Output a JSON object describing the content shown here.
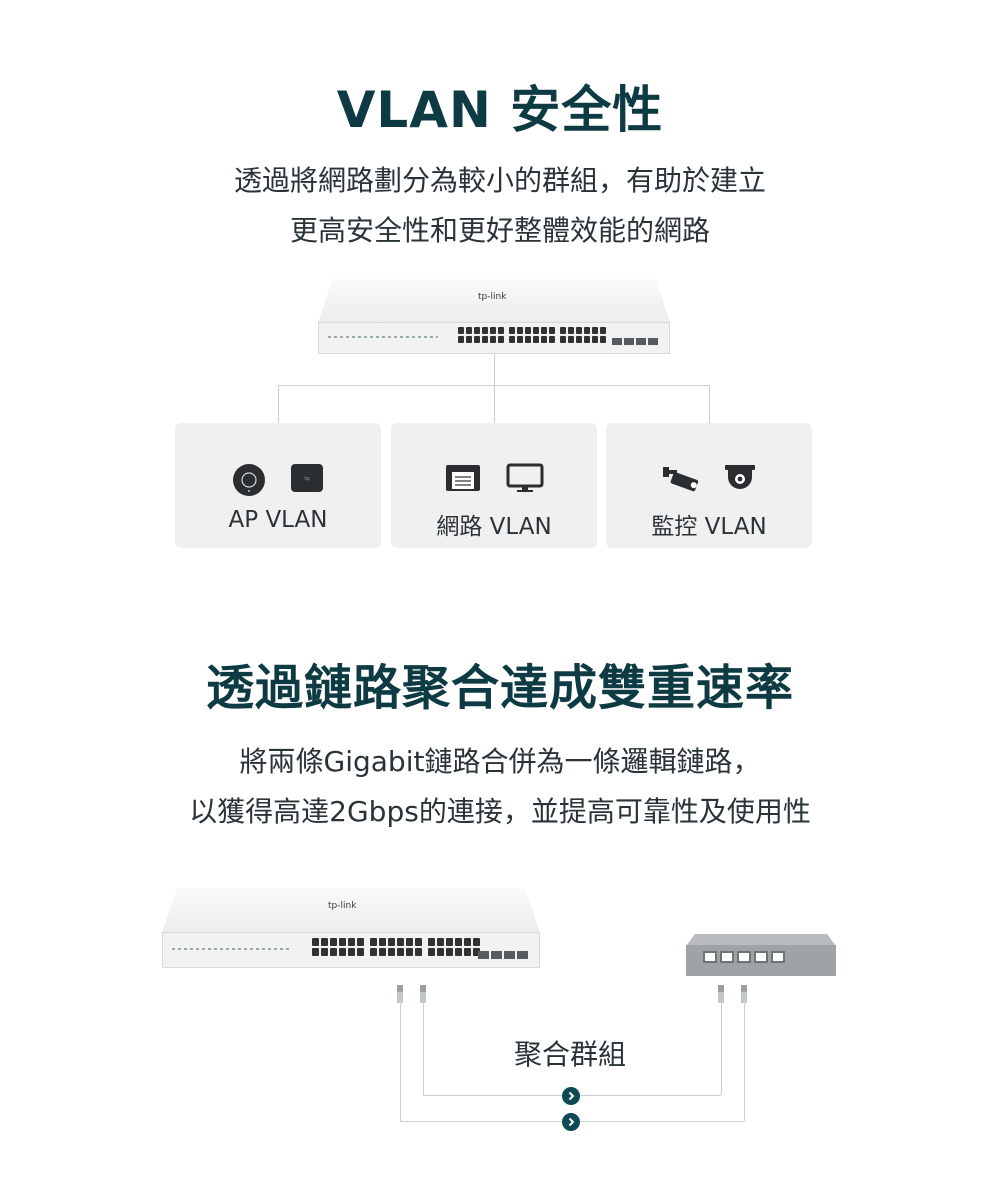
{
  "section1": {
    "title": "VLAN 安全性",
    "subtitle_line1": "透過將網路劃分為較小的群組，有助於建立",
    "subtitle_line2": "更高安全性和更好整體效能的網路",
    "switch_brand": "tp-link",
    "cards": [
      {
        "label": "AP VLAN",
        "icons": [
          "ceiling-access-point-icon",
          "wall-access-point-icon"
        ]
      },
      {
        "label": "網路 VLAN",
        "icons": [
          "printer-icon",
          "monitor-icon"
        ]
      },
      {
        "label": "監控 VLAN",
        "icons": [
          "bullet-camera-icon",
          "dome-camera-icon"
        ]
      }
    ]
  },
  "section2": {
    "title": "透過鏈路聚合達成雙重速率",
    "subtitle_line1": "將兩條Gigabit鏈路合併為一條邏輯鏈路，",
    "subtitle_line2": "以獲得高達2Gbps的連接，並提高可靠性及使用性",
    "switch_brand": "tp-link",
    "aggregation_label": "聚合群組",
    "colors": {
      "accent": "#0e3b43",
      "arrow": "#0e4a55",
      "line": "#c9cfd2"
    }
  }
}
